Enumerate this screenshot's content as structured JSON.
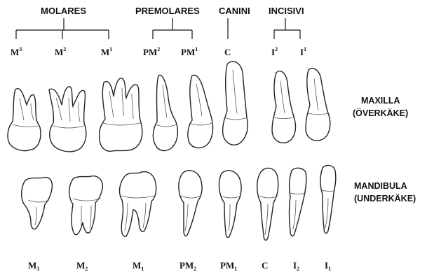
{
  "groups": [
    {
      "label": "MOLARES"
    },
    {
      "label": "PREMOLARES"
    },
    {
      "label": "CANINI"
    },
    {
      "label": "INCISIVI"
    }
  ],
  "upper_symbols": [
    {
      "base": "M",
      "mark": "3"
    },
    {
      "base": "M",
      "mark": "2"
    },
    {
      "base": "M",
      "mark": "1"
    },
    {
      "base": "PM",
      "mark": "2"
    },
    {
      "base": "PM",
      "mark": "1"
    },
    {
      "base": "C",
      "mark": ""
    },
    {
      "base": "I",
      "mark": "2"
    },
    {
      "base": "I",
      "mark": "1"
    }
  ],
  "lower_symbols": [
    {
      "base": "M",
      "mark": "3"
    },
    {
      "base": "M",
      "mark": "2"
    },
    {
      "base": "M",
      "mark": "1"
    },
    {
      "base": "PM",
      "mark": "2"
    },
    {
      "base": "PM",
      "mark": "1"
    },
    {
      "base": "C",
      "mark": ""
    },
    {
      "base": "I",
      "mark": "2"
    },
    {
      "base": "I",
      "mark": "1"
    }
  ],
  "maxilla": {
    "line1": "MAXILLA",
    "line2": "(ÖVERKÄKE)"
  },
  "mandibula": {
    "line1": "MANDIBULA",
    "line2": "(UNDERKÄKE)"
  }
}
